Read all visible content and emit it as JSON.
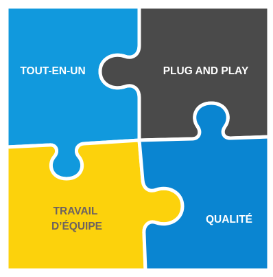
{
  "pieces": {
    "top_left": {
      "label_lines": [
        "TOUT-EN-UN"
      ],
      "fill": "#1199dd",
      "text_color": "#ffffff"
    },
    "top_right": {
      "label_lines": [
        "PLUG AND PLAY"
      ],
      "fill": "#4a4a4a",
      "text_color": "#ffffff"
    },
    "bottom_left": {
      "label_lines": [
        "TRAVAIL",
        "D’ÉQUIPE"
      ],
      "fill": "#fcd20c",
      "text_color": "#6d6260"
    },
    "bottom_right": {
      "label_lines": [
        "QUALITÉ"
      ],
      "fill": "#0a85d1",
      "text_color": "#ffffff"
    }
  },
  "frame_color": "#ffffff"
}
